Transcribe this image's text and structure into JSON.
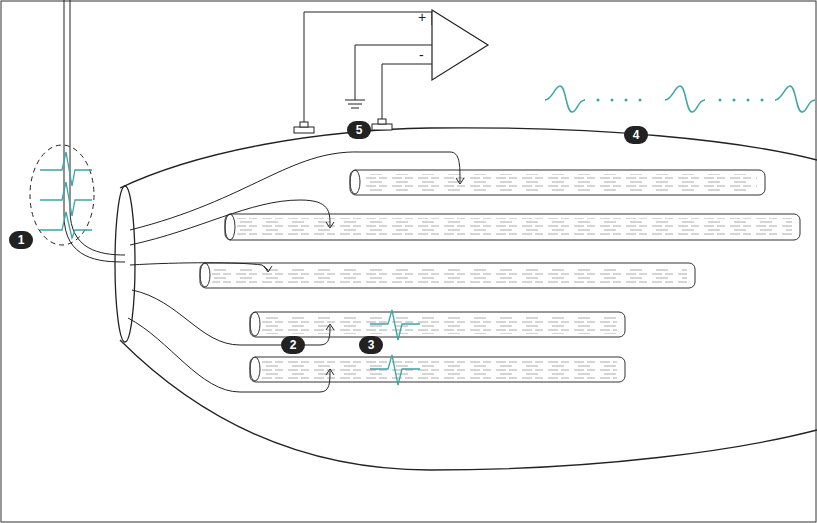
{
  "diagram": {
    "nodes": [
      {
        "text": [
          "+",
          "-"
        ]
      }
    ],
    "labels": [
      "1",
      "2",
      "3",
      "4",
      "5"
    ]
  }
}
